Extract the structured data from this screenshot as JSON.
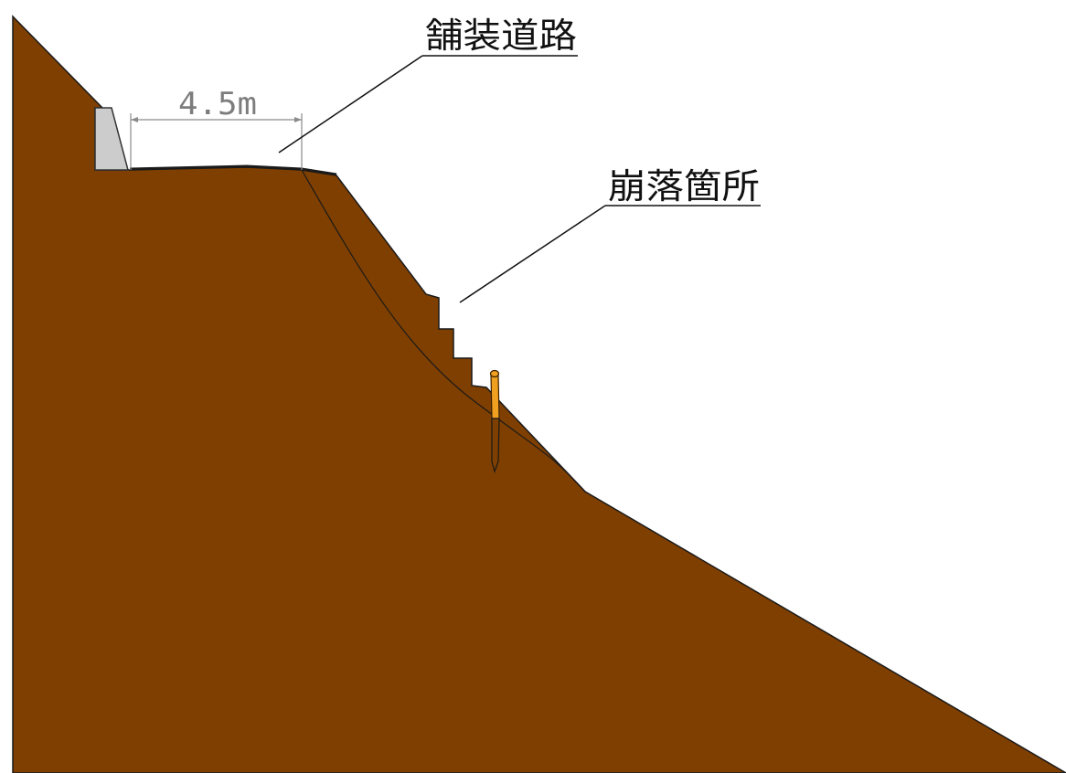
{
  "labels": {
    "paved_road": "舗装道路",
    "collapse_site": "崩落箇所",
    "road_width": "4.5m"
  },
  "colors": {
    "ground": "#7f3f00",
    "outline": "#1a1a1a",
    "retaining_wall": "#cccccc",
    "stake": "#f0a020",
    "dimension": "#8a8a8a",
    "background": "#ffffff"
  }
}
